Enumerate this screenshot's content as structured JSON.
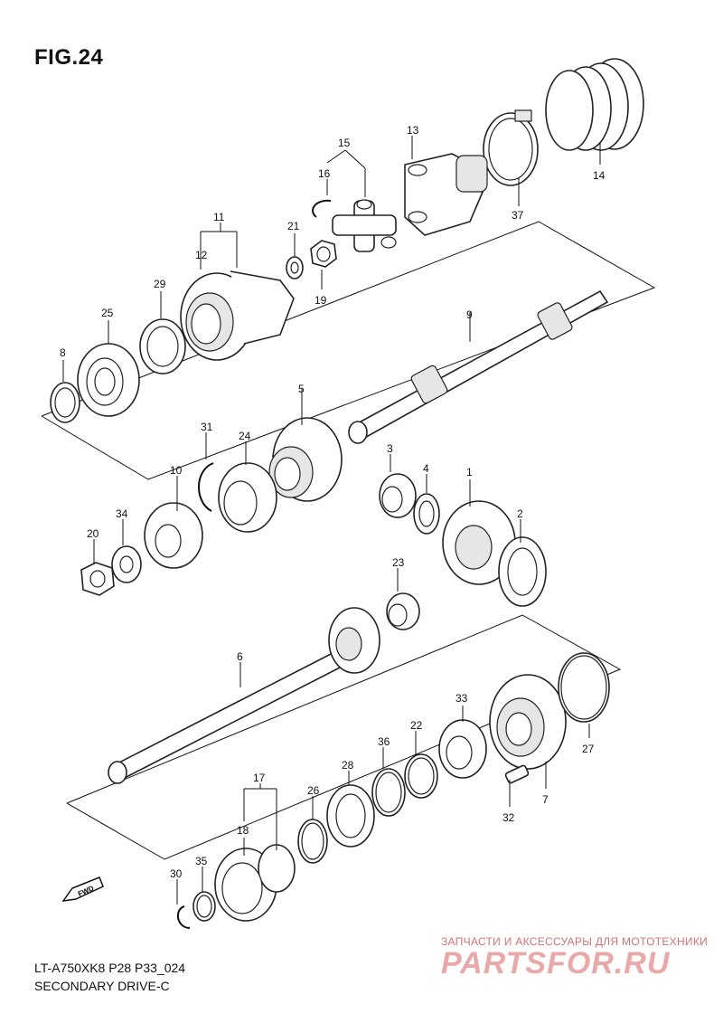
{
  "figure": {
    "title": "FIG.24",
    "model_code": "LT-A750XK8 P28 P33_024",
    "subtitle": "SECONDARY DRIVE-C"
  },
  "direction_label": "FWD",
  "watermark": {
    "tagline": "ЗАПЧАСТИ И АКСЕССУАРЫ ДЛЯ МОТОТЕХНИКИ",
    "brand": "PARTSFOR.RU"
  },
  "callouts": [
    "1",
    "2",
    "3",
    "4",
    "5",
    "6",
    "7",
    "8",
    "9",
    "10",
    "11",
    "12",
    "13",
    "14",
    "15",
    "16",
    "17",
    "18",
    "19",
    "20",
    "21",
    "22",
    "23",
    "24",
    "25",
    "26",
    "27",
    "28",
    "29",
    "30",
    "31",
    "32",
    "33",
    "34",
    "35",
    "36",
    "37"
  ]
}
